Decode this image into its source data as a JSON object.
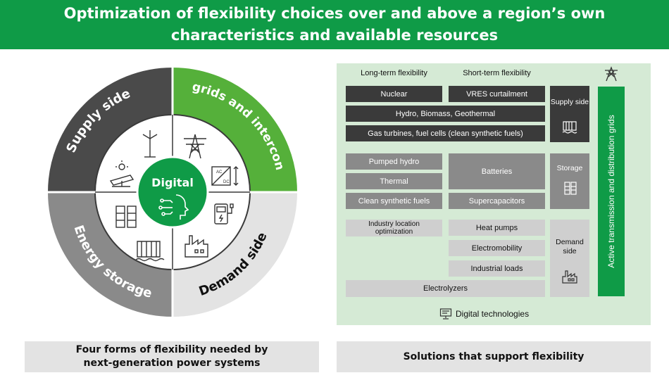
{
  "title": "Optimization of flexibility choices over and above a region’s own characteristics and available resources",
  "wheel": {
    "center": "Digital",
    "quadrants": [
      "Supply side",
      "Active grids and interconnectors",
      "Demand side",
      "Energy storage"
    ],
    "converter_ac": "AC",
    "converter_dc": "DC",
    "colors": {
      "supply": "#4a4a4a",
      "grids": "#55b03a",
      "demand": "#e3e3e3",
      "storage": "#8a8a8a",
      "digital": "#0f9b47"
    }
  },
  "panel": {
    "headers": {
      "long_term": "Long-term flexibility",
      "short_term": "Short-term flexibility"
    },
    "supply": {
      "nuclear": "Nuclear",
      "vres": "VRES curtailment",
      "hydro": "Hydro, Biomass, Geothermal",
      "gas": "Gas turbines, fuel cells (clean synthetic fuels)",
      "label": "Supply side"
    },
    "storage": {
      "pumped": "Pumped hydro",
      "thermal": "Thermal",
      "fuels": "Clean synthetic fuels",
      "batteries": "Batteries",
      "supercaps": "Supercapacitors",
      "label": "Storage"
    },
    "demand": {
      "industry_location": "Industry location optimization",
      "heat_pumps": "Heat pumps",
      "electromobility": "Electromobility",
      "industrial_loads": "Industrial loads",
      "electrolyzers": "Electrolyzers",
      "label": "Demand side"
    },
    "grids_bar": "Active transmission and distribution grids",
    "digital": "Digital technologies"
  },
  "footers": {
    "left": "Four forms of flexibility needed by next-generation power systems",
    "right": "Solutions that support flexibility"
  }
}
